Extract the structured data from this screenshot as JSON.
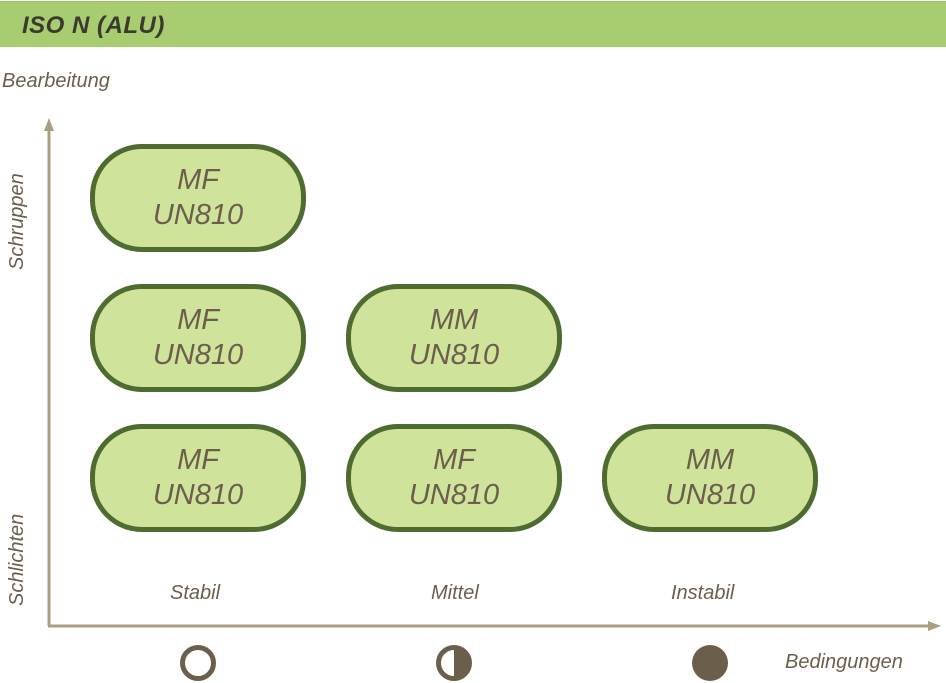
{
  "header": {
    "title": "ISO N (ALU)"
  },
  "axes": {
    "y_title": "Bearbeitung",
    "y_top": "Schruppen",
    "y_bottom": "Schlichten",
    "x_title": "Bedingungen",
    "x_categories": [
      "Stabil",
      "Mittel",
      "Instabil"
    ]
  },
  "condition_icons": [
    "open-circle-icon",
    "half-circle-icon",
    "filled-circle-icon"
  ],
  "colors": {
    "header": "#a8cc70",
    "pill_fill": "#cfe39b",
    "pill_border": "#4e6b30",
    "axis": "#a89f80",
    "text": "#6b5f4c"
  },
  "pills": [
    {
      "line1": "MF",
      "line2": "UN810"
    },
    {
      "line1": "MF",
      "line2": "UN810"
    },
    {
      "line1": "MM",
      "line2": "UN810"
    },
    {
      "line1": "MF",
      "line2": "UN810"
    },
    {
      "line1": "MF",
      "line2": "UN810"
    },
    {
      "line1": "MM",
      "line2": "UN810"
    }
  ]
}
